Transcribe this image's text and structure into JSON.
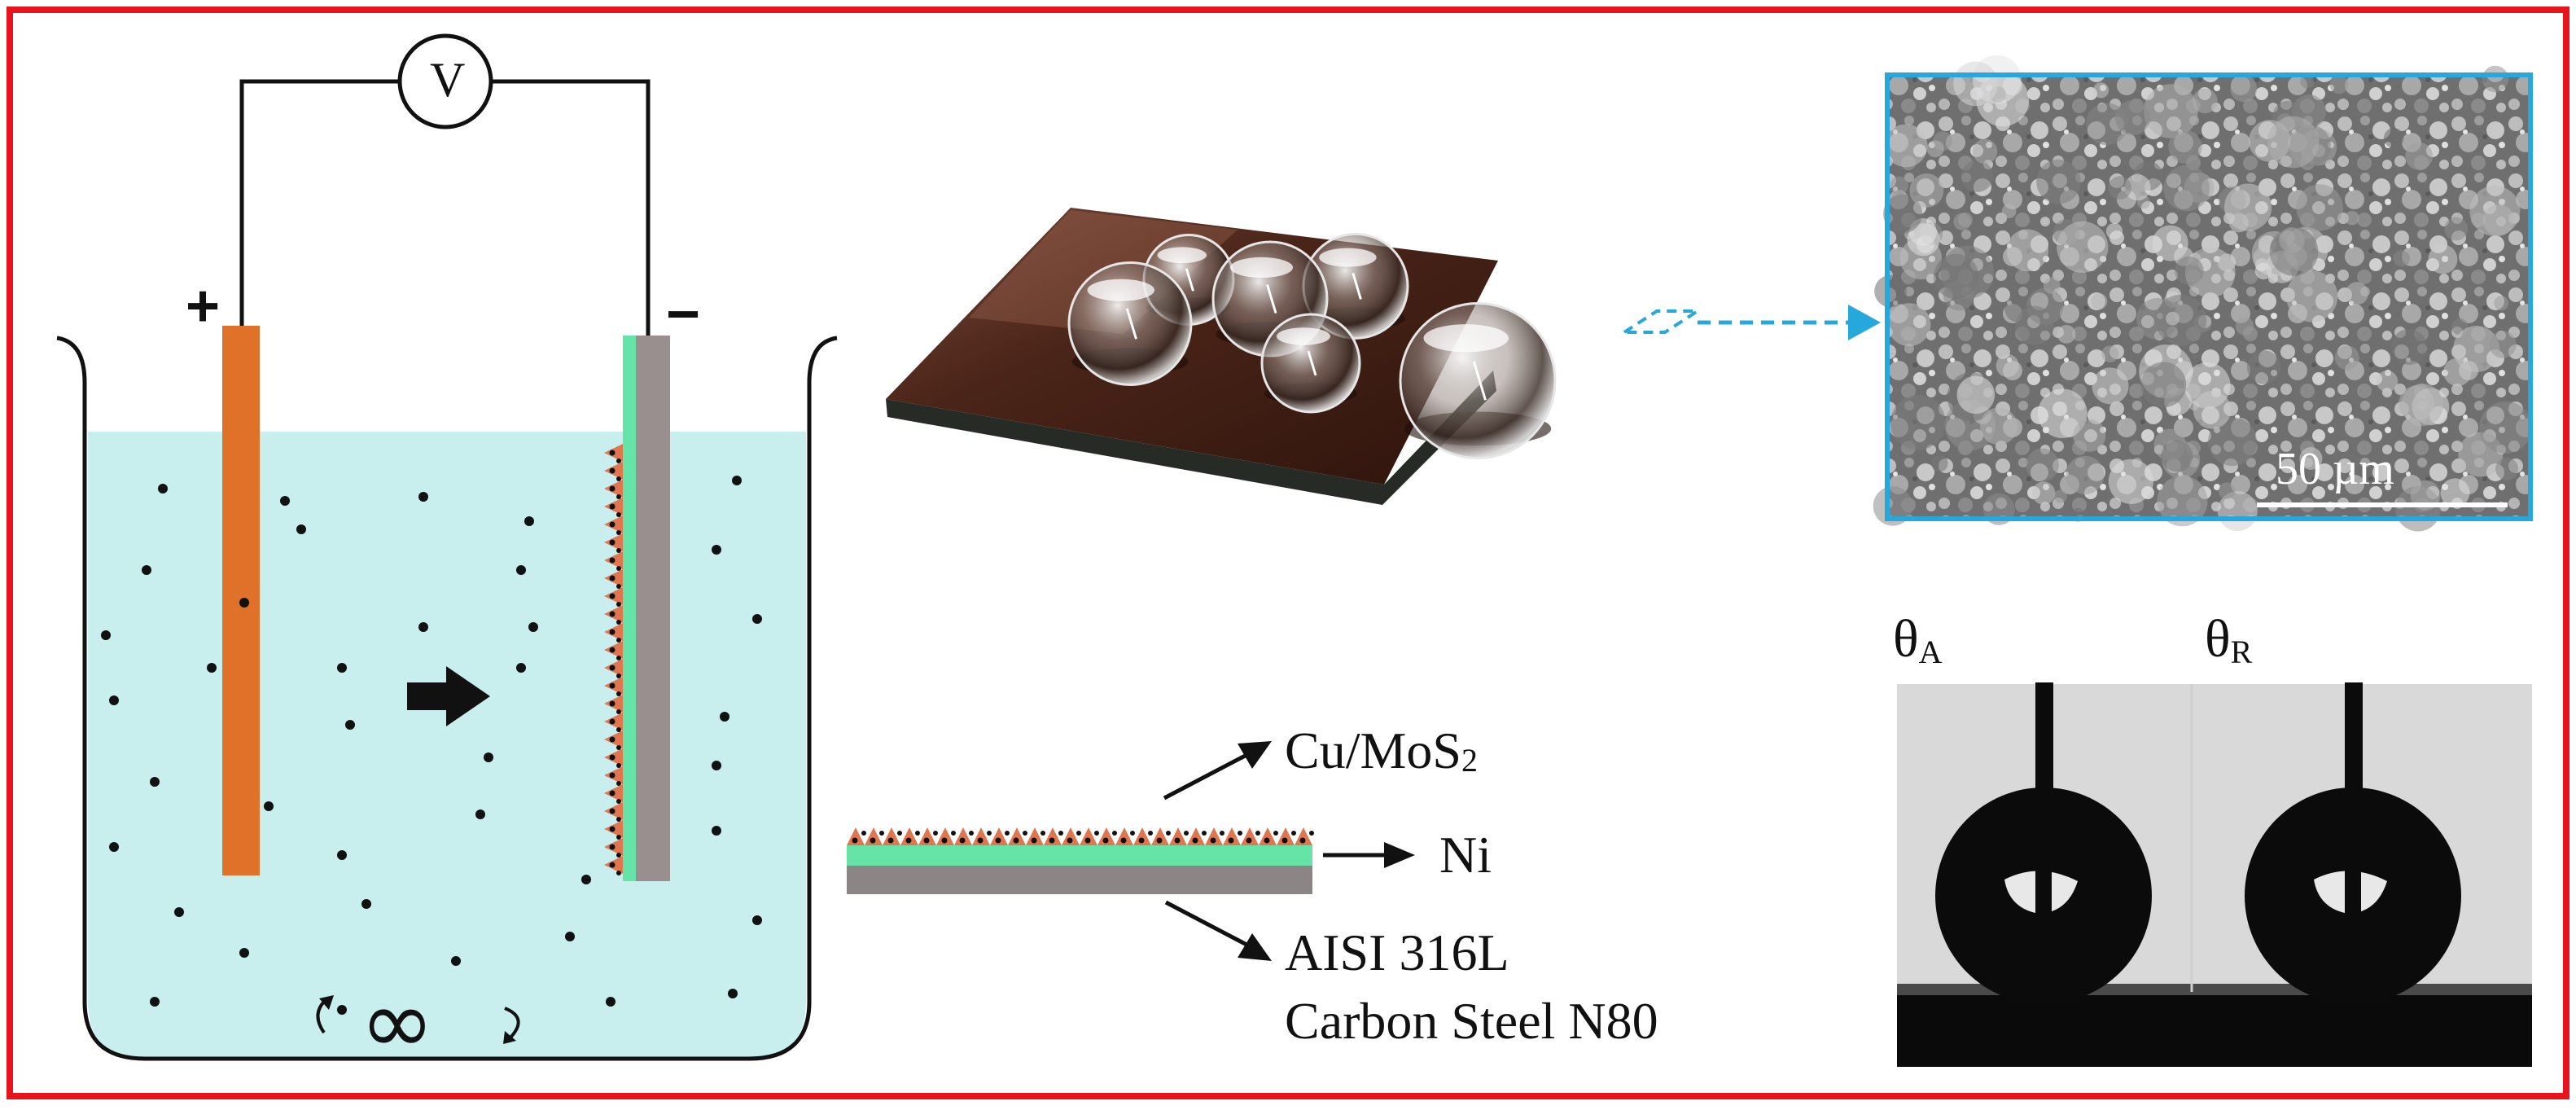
{
  "diagram": {
    "voltmeter_label": "V",
    "anode_sign": "+",
    "cathode_sign": "−",
    "stirrer_symbol": "∞",
    "coating_top": {
      "prefix": "Cu/MoS",
      "sub": "2"
    },
    "coating_middle": "Ni",
    "substrate_line1": "AISI 316L",
    "substrate_line2": "Carbon Steel N80",
    "scale_bar": "50 µm",
    "advancing_angle": {
      "symbol": "θ",
      "sub": "A"
    },
    "receding_angle": {
      "symbol": "θ",
      "sub": "R"
    }
  },
  "colors": {
    "frame": "#e8141c",
    "electrolyte": "#c8eeee",
    "anode": "#e07128",
    "nickel_layer": "#66e3a6",
    "steel": "#9a8f8f",
    "deposit": "#e07650",
    "sem_border": "#27a8dc",
    "pointer": "#27a8dc"
  }
}
